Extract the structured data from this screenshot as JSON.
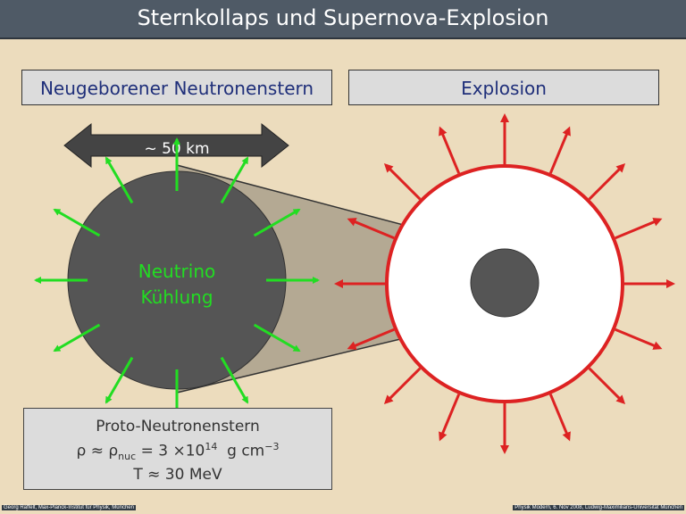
{
  "title": "Sternkollaps und Supernova-Explosion",
  "left_box_label": "Neugeborener Neutronenstern",
  "right_box_label": "Explosion",
  "size_label": "~ 50 km",
  "neutrino_line1": "Neutrino",
  "neutrino_line2": "Kühlung",
  "info": {
    "line1": "Proto-Neutronenstern",
    "rho_prefix": "ρ ≈ ρ",
    "rho_sub": "nuc",
    "rho_value": " = 3 ×10",
    "rho_exp": "14",
    "rho_unit": "  g cm",
    "rho_unit_exp": "−3",
    "line3": "T ≈ 30 MeV"
  },
  "footer_left": "Georg Raffelt, Max-Planck-Institut für Physik, München",
  "footer_right": "Physik Modern, 6. Nov 2008, Ludwig-Maximilians-Universität München",
  "colors": {
    "neutrino_arrows": "#22dd22",
    "explosion_arrows": "#dd2222",
    "star": "#555555",
    "background": "#ecdcbd"
  }
}
